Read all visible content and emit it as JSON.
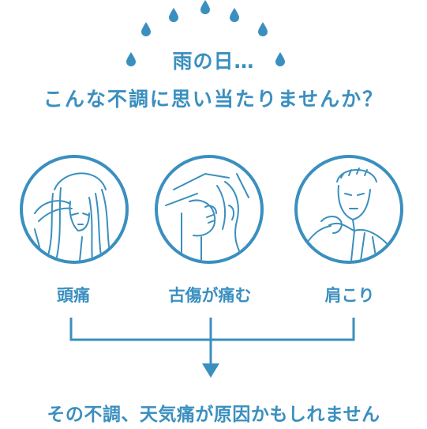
{
  "heading": {
    "line1": "雨の日…",
    "line2": "こんな不調に思い当たりませんか？"
  },
  "symptoms": [
    {
      "label": "頭痛",
      "icon": "headache-person-icon"
    },
    {
      "label": "古傷が痛む",
      "icon": "knee-pain-icon"
    },
    {
      "label": "肩こり",
      "icon": "stiff-shoulder-person-icon"
    }
  ],
  "conclusion": "その不調、天気痛が原因かもしれません",
  "colors": {
    "accent": "#3a8fbf"
  }
}
